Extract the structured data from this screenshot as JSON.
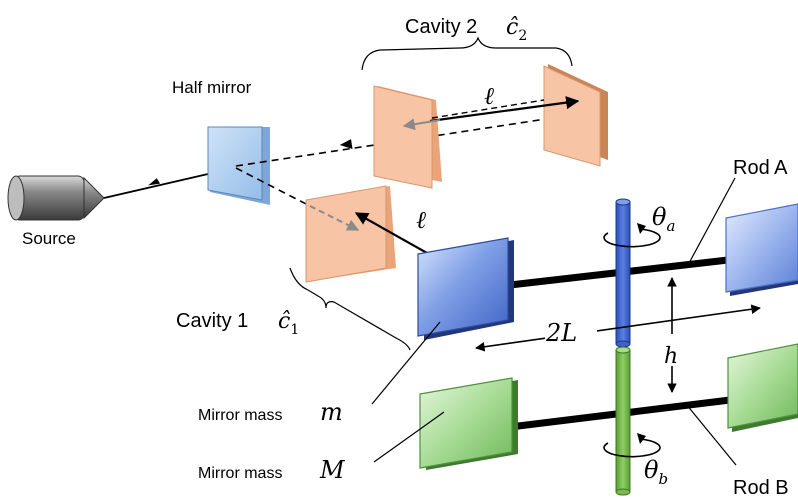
{
  "labels": {
    "source": "Source",
    "half_mirror": "Half mirror",
    "cavity2_text": "Cavity 2",
    "cavity2_op": "ĉ",
    "cavity2_sub": "2",
    "cavity1_text": "Cavity 1",
    "cavity1_op": "ĉ",
    "cavity1_sub": "1",
    "ell_top": "ℓ",
    "ell_mid": "ℓ",
    "rod_a": "Rod A",
    "rod_b": "Rod B",
    "theta_a_sym": "θ",
    "theta_a_sub": "a",
    "theta_b_sym": "θ",
    "theta_b_sub": "b",
    "two_l": "2L",
    "h": "h",
    "mirror_mass_m_text": "Mirror mass",
    "mirror_mass_m_sym": "m",
    "mirror_mass_M_text": "Mirror mass",
    "mirror_mass_M_sym": "M"
  },
  "colors": {
    "cavity_mirror": "#f7c4a6",
    "half_mirror": "#a9cdef",
    "mirror_m": "#7f9fe6",
    "mirror_M": "#a8dc96",
    "rod_a_axis": "#3f62c9",
    "rod_b_axis": "#79b84f"
  }
}
